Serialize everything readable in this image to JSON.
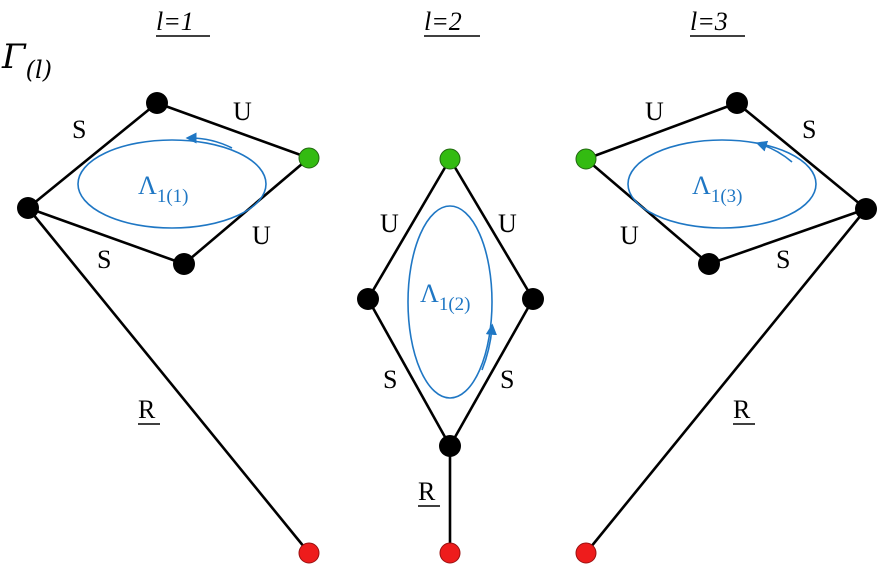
{
  "gamma_label": {
    "main": "Γ",
    "sub": "(l)"
  },
  "panels": [
    {
      "title": "l=1",
      "edges": {
        "top_left": "S",
        "top_right": "U",
        "bottom_right": "U",
        "bottom_left": "S",
        "long": "R"
      },
      "loop": {
        "main": "Λ",
        "sub": "1(1)"
      }
    },
    {
      "title": "l=2",
      "edges": {
        "upper_left": "U",
        "upper_right": "U",
        "lower_left": "S",
        "lower_right": "S",
        "stem": "R"
      },
      "loop": {
        "main": "Λ",
        "sub": "1(2)"
      }
    },
    {
      "title": "l=3",
      "edges": {
        "top_left": "U",
        "top_right": "S",
        "bottom_left": "U",
        "bottom_right": "S",
        "long": "R"
      },
      "loop": {
        "main": "Λ",
        "sub": "1(3)"
      }
    }
  ],
  "colors": {
    "edge": "#000000",
    "loop": "#1f77c4",
    "node": "#000000",
    "start_node": "#33bb11",
    "end_node": "#ee1c1c"
  }
}
